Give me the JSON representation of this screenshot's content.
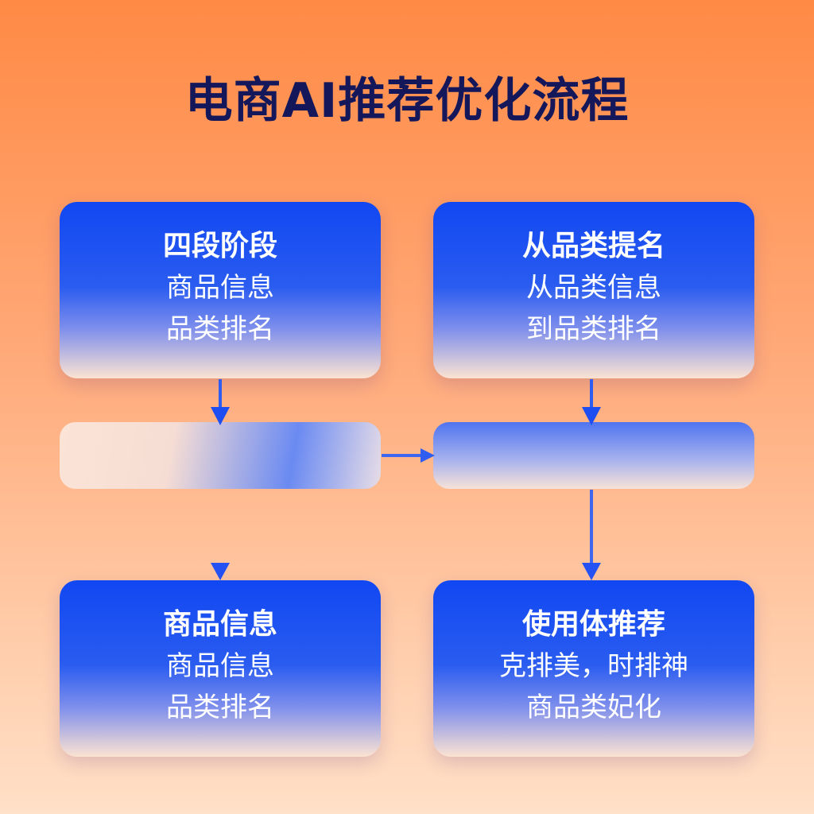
{
  "title": "电商AI推荐优化流程",
  "boxes": {
    "top_left": {
      "title": "四段阶段",
      "line1": "商品信息",
      "line2": "品类排名"
    },
    "top_right": {
      "title": "从品类提名",
      "line1": "从品类信息",
      "line2": "到品类排名"
    },
    "bottom_left": {
      "title": "商品信息",
      "line1": "商品信息",
      "line2": "品类排名"
    },
    "bottom_right": {
      "title": "使用体推荐",
      "line1": "克排美，时排神",
      "line2": "商品类妃化"
    }
  },
  "colors": {
    "box_blue": "#1147F2",
    "arrow_blue": "#2F5DF2",
    "title_navy": "#14185A",
    "background_orange": "#FF8A45"
  }
}
